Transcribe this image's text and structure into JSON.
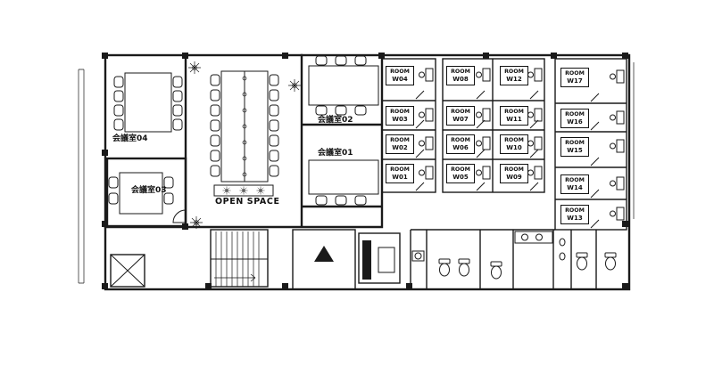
{
  "floor_plan": {
    "open_space_label": "OPEN SPACE",
    "meeting_rooms": [
      {
        "id": "meeting-room-04",
        "label": "会議室04"
      },
      {
        "id": "meeting-room-03",
        "label": "会議室03"
      },
      {
        "id": "meeting-room-02",
        "label": "会議室02"
      },
      {
        "id": "meeting-room-01",
        "label": "会議室01"
      }
    ],
    "rooms": [
      {
        "id": "W04",
        "line1": "ROOM",
        "line2": "W04"
      },
      {
        "id": "W03",
        "line1": "ROOM",
        "line2": "W03"
      },
      {
        "id": "W02",
        "line1": "ROOM",
        "line2": "W02"
      },
      {
        "id": "W01",
        "line1": "ROOM",
        "line2": "W01"
      },
      {
        "id": "W08",
        "line1": "ROOM",
        "line2": "W08"
      },
      {
        "id": "W07",
        "line1": "ROOM",
        "line2": "W07"
      },
      {
        "id": "W06",
        "line1": "ROOM",
        "line2": "W06"
      },
      {
        "id": "W05",
        "line1": "ROOM",
        "line2": "W05"
      },
      {
        "id": "W12",
        "line1": "ROOM",
        "line2": "W12"
      },
      {
        "id": "W11",
        "line1": "ROOM",
        "line2": "W11"
      },
      {
        "id": "W10",
        "line1": "ROOM",
        "line2": "W10"
      },
      {
        "id": "W09",
        "line1": "ROOM",
        "line2": "W09"
      },
      {
        "id": "W17",
        "line1": "ROOM",
        "line2": "W17"
      },
      {
        "id": "W16",
        "line1": "ROOM",
        "line2": "W16"
      },
      {
        "id": "W15",
        "line1": "ROOM",
        "line2": "W15"
      },
      {
        "id": "W14",
        "line1": "ROOM",
        "line2": "W14"
      },
      {
        "id": "W13",
        "line1": "ROOM",
        "line2": "W13"
      }
    ],
    "colors": {
      "line": "#1a1a1a",
      "background": "#ffffff"
    }
  }
}
